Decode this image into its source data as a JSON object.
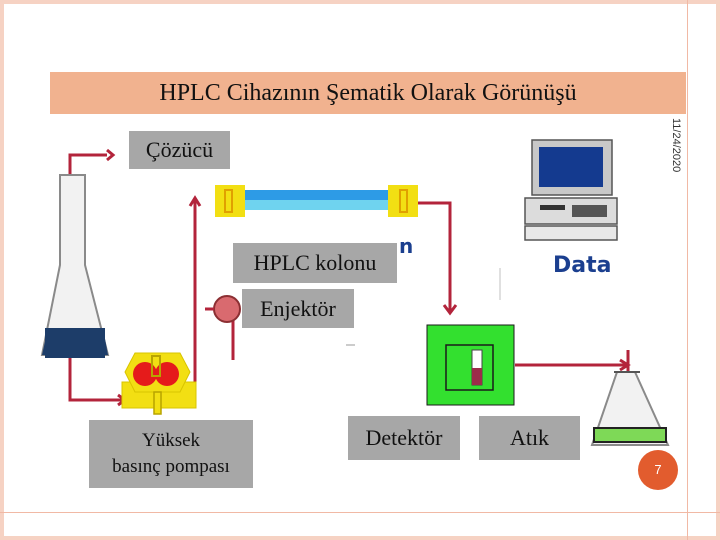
{
  "slide": {
    "title": "HPLC Cihazının Şematik Olarak Görünüşü",
    "date": "11/24/2020",
    "page_number": "7"
  },
  "labels": {
    "solvent": "Çözücü",
    "column": "HPLC kolonu",
    "injector": "Enjektör",
    "pump_line1": "Yüksek",
    "pump_line2": "basınç pompası",
    "detector": "Detektör",
    "waste": "Atık",
    "data": "Data",
    "fragment_n": "n"
  },
  "colors": {
    "tubing": "#b3243b",
    "title_bar": "#f1b28f",
    "column": "#2d9be6",
    "detector": "#33e02f",
    "pump": "#f2df13",
    "solvent_liquid": "#1d3d69",
    "label_bg": "#a7a7a7"
  },
  "icons": [
    "solvent-flask-icon",
    "pump-icon",
    "column-icon",
    "injector-icon",
    "detector-icon",
    "computer-icon",
    "waste-flask-icon"
  ]
}
